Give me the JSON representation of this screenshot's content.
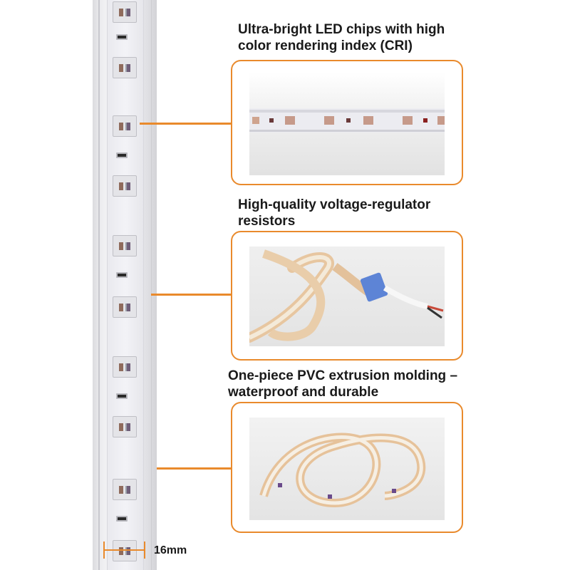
{
  "features": [
    {
      "line1": "Ultra-bright LED chips with high",
      "line2": "color rendering index (CRI)"
    },
    {
      "line1": "High-quality voltage-regulator",
      "line2": "resistors"
    },
    {
      "line1": "One-piece PVC extrusion molding –",
      "line2": "waterproof and durable"
    }
  ],
  "width_label": "16mm",
  "colors": {
    "accent": "#e98a2c",
    "text": "#1a1a1a"
  }
}
